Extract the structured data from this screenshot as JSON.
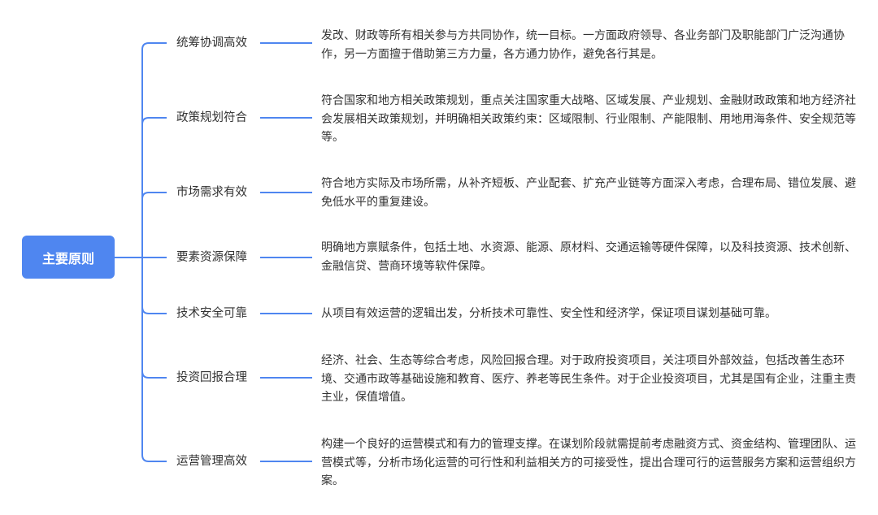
{
  "root": {
    "label": "主要原则"
  },
  "accent": "#4f86f0",
  "branches": [
    {
      "label": "统筹协调高效",
      "desc": "发改、财政等所有相关参与方共同协作，统一目标。一方面政府领导、各业务部门及职能部门广泛沟通协作，另一方面擅于借助第三方力量，各方通力协作，避免各行其是。"
    },
    {
      "label": "政策规划符合",
      "desc": "符合国家和地方相关政策规划，重点关注国家重大战略、区域发展、产业规划、金融财政政策和地方经济社会发展相关政策规划，并明确相关政策约束：区域限制、行业限制、产能限制、用地用海条件、安全规范等等。"
    },
    {
      "label": "市场需求有效",
      "desc": "符合地方实际及市场所需，从补齐短板、产业配套、扩充产业链等方面深入考虑，合理布局、错位发展、避免低水平的重复建设。"
    },
    {
      "label": "要素资源保障",
      "desc": "明确地方禀赋条件，包括土地、水资源、能源、原材料、交通运输等硬件保障，以及科技资源、技术创新、金融信贷、营商环境等软件保障。"
    },
    {
      "label": "技术安全可靠",
      "desc": "从项目有效运营的逻辑出发，分析技术可靠性、安全性和经济学，保证项目谋划基础可靠。"
    },
    {
      "label": "投资回报合理",
      "desc": "经济、社会、生态等综合考虑，风险回报合理。对于政府投资项目，关注项目外部效益，包括改善生态环境、交通市政等基础设施和教育、医疗、养老等民生条件。对于企业投资项目，尤其是国有企业，注重主责主业，保值增值。"
    },
    {
      "label": "运营管理高效",
      "desc": "构建一个良好的运营模式和有力的管理支撑。在谋划阶段就需提前考虑融资方式、资金结构、管理团队、运营模式等，分析市场化运营的可行性和利益相关方的可接受性，提出合理可行的运营服务方案和运营组织方案。"
    }
  ]
}
